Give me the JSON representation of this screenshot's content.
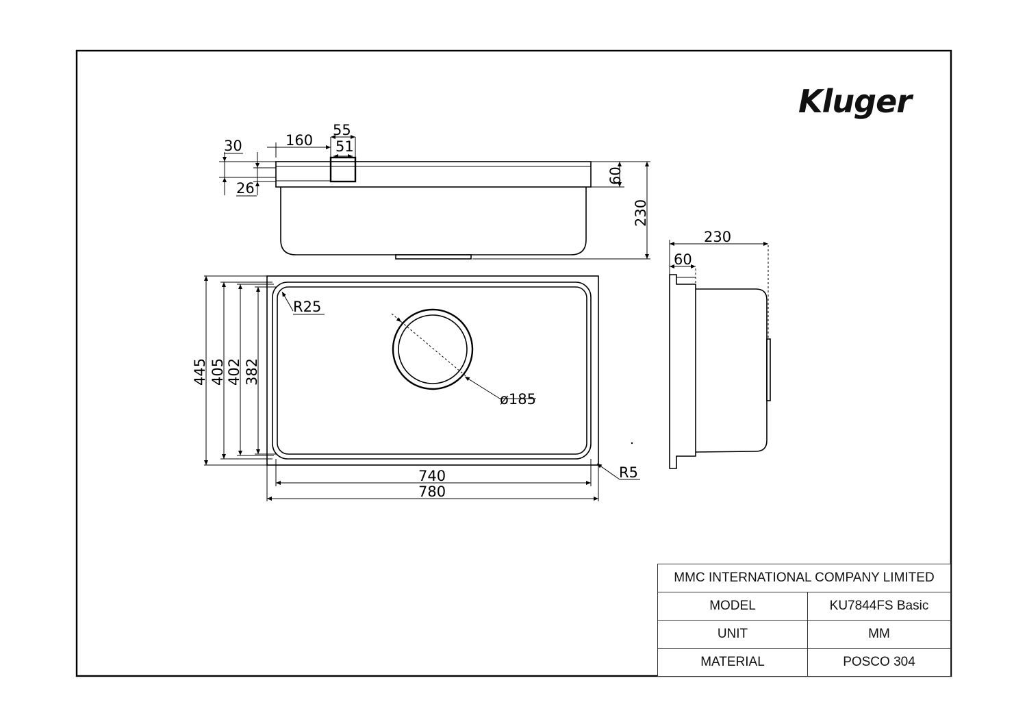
{
  "brand": {
    "name": "Kluger"
  },
  "title_block": {
    "company": "MMC INTERNATIONAL COMPANY LIMITED",
    "rows": [
      {
        "label": "MODEL",
        "value": "KU7844FS Basic"
      },
      {
        "label": "UNIT",
        "value": "MM"
      },
      {
        "label": "MATERIAL",
        "value": "POSCO 304"
      }
    ]
  },
  "dimensions": {
    "d30": "30",
    "d160": "160",
    "d55": "55",
    "d51": "51",
    "d26": "26",
    "d60_front": "60",
    "d230_front": "230",
    "d230_side": "230",
    "d60_side": "60",
    "d445": "445",
    "d405": "405",
    "d402": "402",
    "d382": "382",
    "r25": "R25",
    "dia185": "ø185",
    "r5": "R5",
    "d740": "740",
    "d780": "780"
  }
}
